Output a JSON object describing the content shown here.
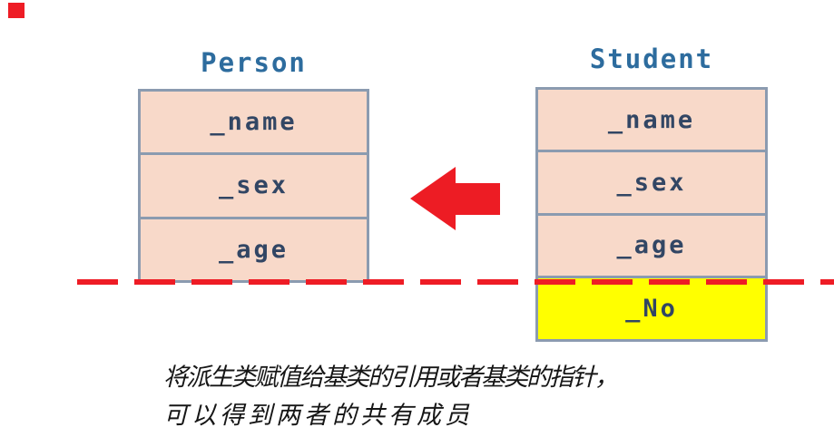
{
  "person": {
    "title": "Person",
    "fields": [
      "_name",
      "_sex",
      "_age"
    ]
  },
  "student": {
    "title": "Student",
    "fields": [
      "_name",
      "_sex",
      "_age"
    ],
    "sliced_field": "_No"
  },
  "arrow": {
    "direction": "left",
    "color": "#ed1c24"
  },
  "slice_line": {
    "style": "dashed",
    "color": "#ee1c25"
  },
  "marker": {
    "color": "#ee1c25"
  },
  "caption": {
    "line1": "将派生类赋值给基类的引用或者基类的指针，",
    "line2": "可以得到两者的共有成员"
  },
  "colors": {
    "class_title": "#2d6c9e",
    "field_text": "#324664",
    "field_fill": "#f8d9c9",
    "sliced_fill": "#ffff00",
    "box_border": "#8b9bb0",
    "red": "#ee1c25",
    "caption_text": "#161616"
  }
}
